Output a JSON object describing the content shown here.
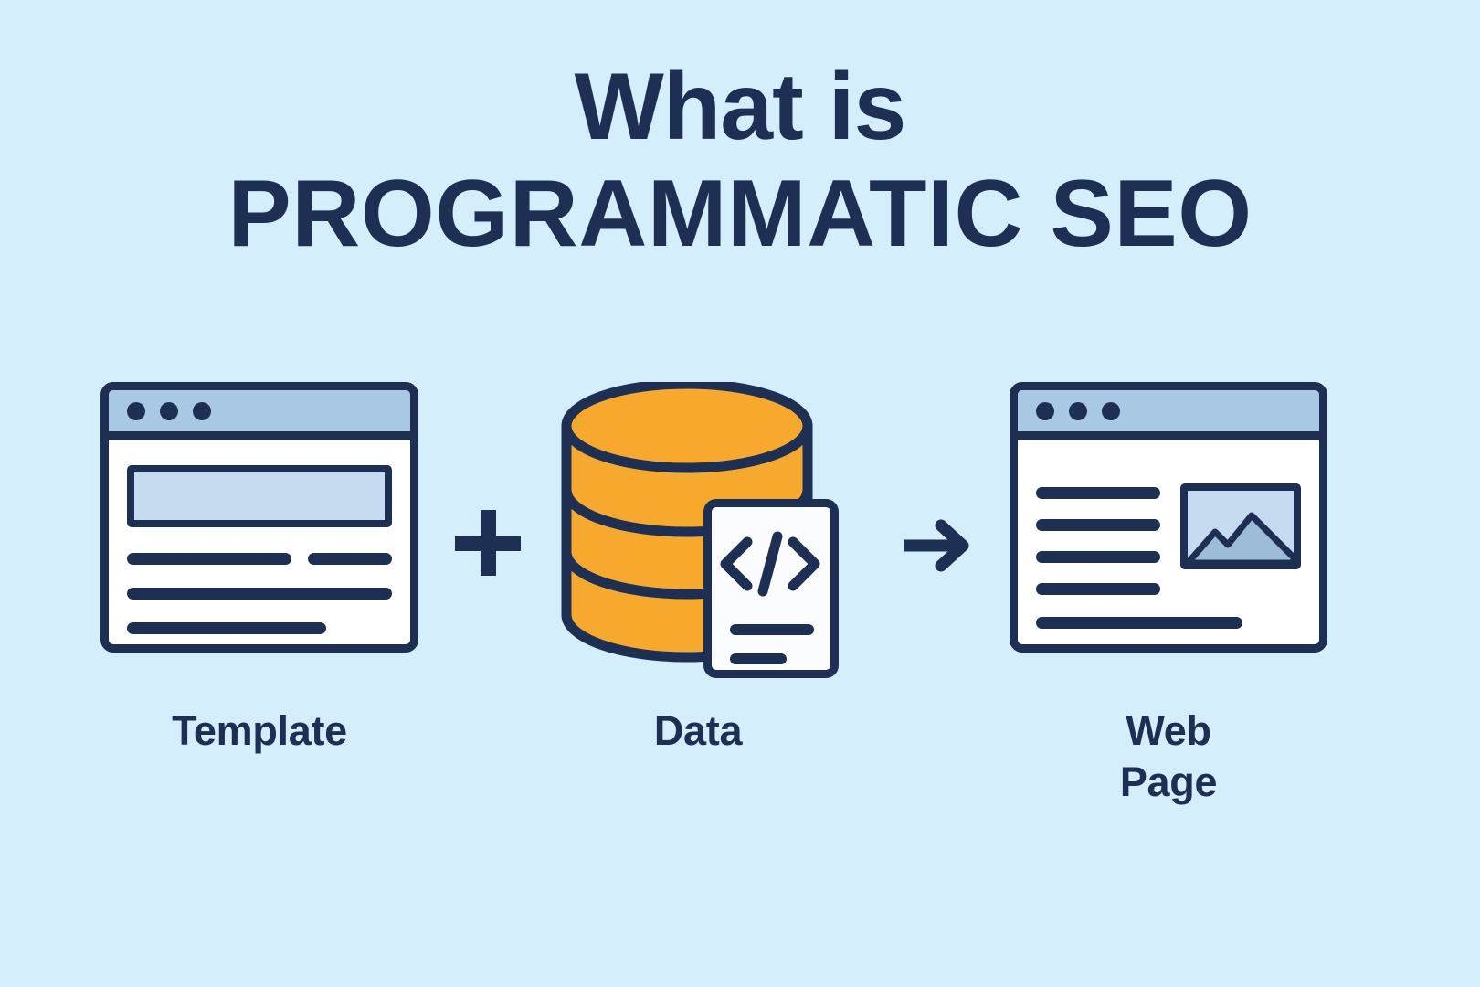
{
  "background_color": "#d4eefb",
  "colors": {
    "navy": "#1d3054",
    "orange": "#f7a92e",
    "title_bar_blue": "#a8c8e4",
    "placeholder_blue": "#c5dcf0",
    "card_white": "#ffffff"
  },
  "title": {
    "line1": "What is",
    "line2": "PROGRAMMATIC SEO"
  },
  "flow": {
    "template": {
      "label": "Template",
      "icon": "browser-window-icon",
      "dots": 3,
      "content_rows": [
        "split-line",
        "full-line",
        "short-line"
      ]
    },
    "operator_plus": {
      "symbol": "+",
      "icon": "plus-icon"
    },
    "data": {
      "label": "Data",
      "icon": "database-cylinder-icon",
      "bands": 3,
      "code_card": {
        "icon": "code-brackets-icon",
        "symbol": "</>",
        "lines": 2
      }
    },
    "operator_arrow": {
      "symbol": "→",
      "icon": "arrow-right-icon"
    },
    "webpage": {
      "label_line1": "Web",
      "label_line2": "Page",
      "icon": "browser-window-icon",
      "dots": 3,
      "text_lines": 4,
      "image_placeholder": "image-mountain-icon",
      "footer_line": 1
    }
  }
}
